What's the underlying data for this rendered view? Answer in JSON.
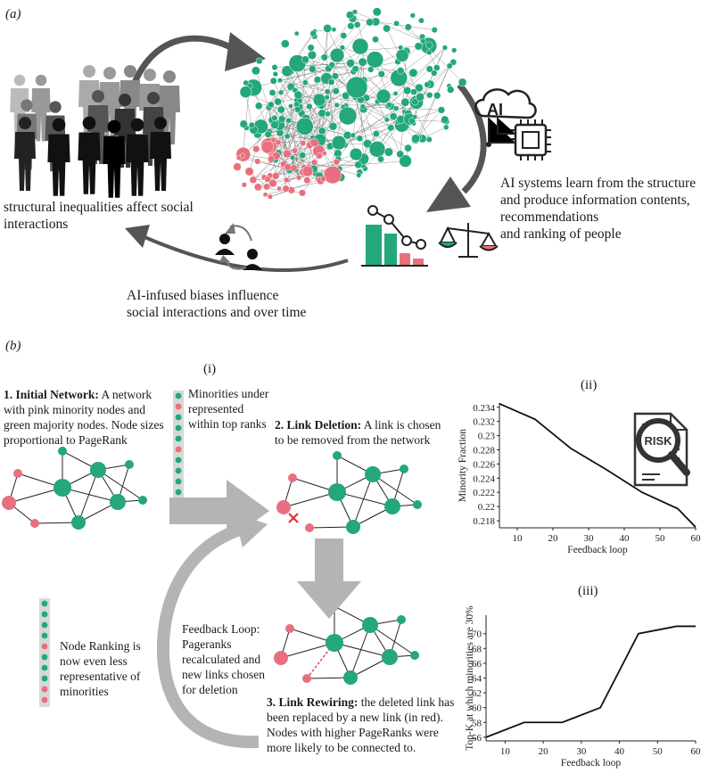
{
  "panel_a": {
    "label": "(a)",
    "text_inequalities": "structural inequalities affect social interactions",
    "text_ai_systems": [
      "AI systems learn from the structure",
      "and produce information contents,",
      "recommendations",
      "and ranking of people"
    ],
    "text_ai_biases": [
      "AI-infused biases influence",
      "social interactions and over time"
    ],
    "chip_label": "AI"
  },
  "panel_b": {
    "label": "(b)",
    "sub_i": "(i)",
    "sub_ii": "(ii)",
    "sub_iii": "(iii)",
    "step1_title": "1. Initial Network:",
    "step1_body": " A network with pink minority nodes and green majority nodes. Node sizes proportional to PageRank",
    "minorities_note": "Minorities under represented within top ranks",
    "step2_title": "2. Link Deletion:",
    "step2_body": " A link is chosen to be removed from the network",
    "ranking_note": "Node Ranking is now even less representative of minorities",
    "feedback_note": "Feedback Loop: Pageranks recalculated and new links chosen for deletion",
    "step3_title": "3. Link Rewiring:",
    "step3_body": " the deleted link has been replaced by a new link (in red). Nodes with higher PageRanks were more likely to be connected to.",
    "risk_label": "RISK",
    "colors": {
      "minority": "#e8707e",
      "majority": "#23a77b",
      "arrow": "#b4b4b4",
      "dark_arrow": "#555555"
    }
  },
  "chart_data": [
    {
      "type": "line",
      "x": [
        5,
        15,
        25,
        35,
        45,
        55,
        60
      ],
      "values": [
        0.2345,
        0.2323,
        0.2282,
        0.2252,
        0.222,
        0.2197,
        0.2171
      ],
      "title": "(ii)",
      "xlabel": "Feedback loop",
      "ylabel": "Minority Fraction",
      "xlim": [
        5,
        60
      ],
      "ylim": [
        0.217,
        0.2346
      ],
      "xticks": [
        10,
        20,
        30,
        40,
        50,
        60
      ],
      "yticks": [
        0.218,
        0.22,
        0.222,
        0.224,
        0.226,
        0.228,
        0.23,
        0.232,
        0.234
      ],
      "ytick_labels": [
        "0.218",
        "0.22",
        "0.222",
        "0.224",
        "0.226",
        "0.228",
        "0.23",
        "0.232",
        "0.234"
      ],
      "grid": false
    },
    {
      "type": "line",
      "x": [
        5,
        15,
        25,
        35,
        45,
        55,
        60
      ],
      "values": [
        56,
        58,
        58,
        60,
        70,
        71,
        71
      ],
      "title": "(iii)",
      "xlabel": "Feedback loop",
      "ylabel": "Top-K at which minorities are 30%",
      "xlim": [
        5,
        60
      ],
      "ylim": [
        55.5,
        72.5
      ],
      "xticks": [
        10,
        20,
        30,
        40,
        50,
        60
      ],
      "yticks": [
        56,
        58,
        60,
        62,
        64,
        66,
        68,
        70
      ],
      "ytick_labels": [
        "56",
        "58",
        "60",
        "62",
        "64",
        "66",
        "68",
        "70"
      ],
      "grid": false
    }
  ]
}
